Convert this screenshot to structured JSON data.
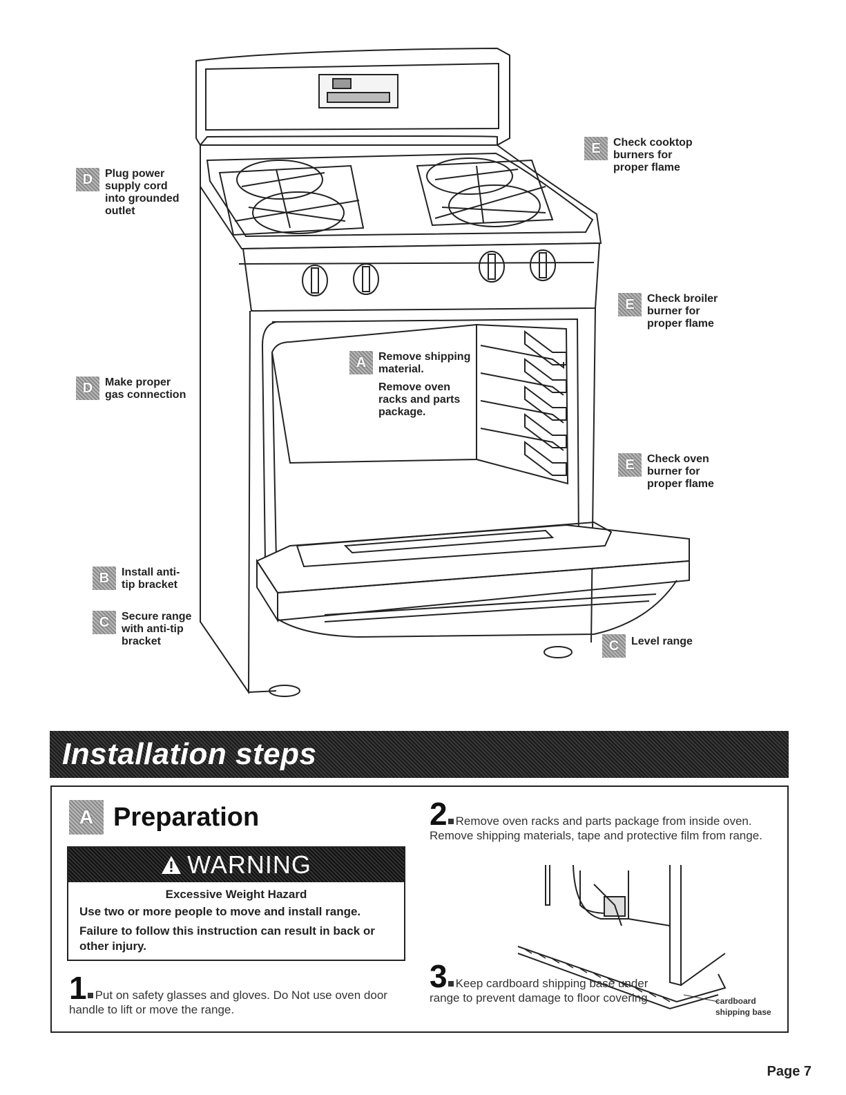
{
  "callouts": {
    "d_power": {
      "badge": "D",
      "text": "Plug power\nsupply cord\ninto grounded\noutlet"
    },
    "d_gas": {
      "badge": "D",
      "text": "Make proper\ngas connection"
    },
    "b_bracket": {
      "badge": "B",
      "text": "Install anti-\ntip bracket"
    },
    "c_secure": {
      "badge": "C",
      "text": "Secure range\nwith anti-tip\nbracket"
    },
    "a_remove": {
      "badge": "A",
      "text_1": "Remove shipping\nmaterial.",
      "text_2": "Remove oven\nracks and parts\npackage."
    },
    "e_cooktop": {
      "badge": "E",
      "text": "Check cooktop\nburners for\nproper flame"
    },
    "e_broiler": {
      "badge": "E",
      "text": "Check broiler\nburner for\nproper flame"
    },
    "e_oven": {
      "badge": "E",
      "text": "Check oven\nburner for\nproper flame"
    },
    "c_level": {
      "badge": "C",
      "text": "Level range"
    }
  },
  "banner": {
    "title": "Installation steps"
  },
  "preparation": {
    "badge": "A",
    "title": "Preparation",
    "warning": {
      "word": "WARNING",
      "hazard": "Excessive Weight Hazard",
      "line_1": "Use two or more people to move and install range.",
      "line_2": "Failure to follow this instruction can result in back or other injury."
    },
    "steps": [
      {
        "number": "1",
        "text": "Put on safety glasses and gloves. Do Not use oven door handle to lift or move the range."
      },
      {
        "number": "2",
        "text": "Remove oven racks and parts package from inside oven. Remove shipping materials, tape and protective film from range."
      },
      {
        "number": "3",
        "text": "Keep cardboard shipping base under range to prevent damage to floor covering."
      }
    ],
    "illustration_label": "cardboard\nshipping base"
  },
  "page": {
    "number": "Page 7"
  },
  "colors": {
    "badge_gray": "#9a9a9a",
    "banner_dark": "#222222",
    "line": "#222222"
  }
}
